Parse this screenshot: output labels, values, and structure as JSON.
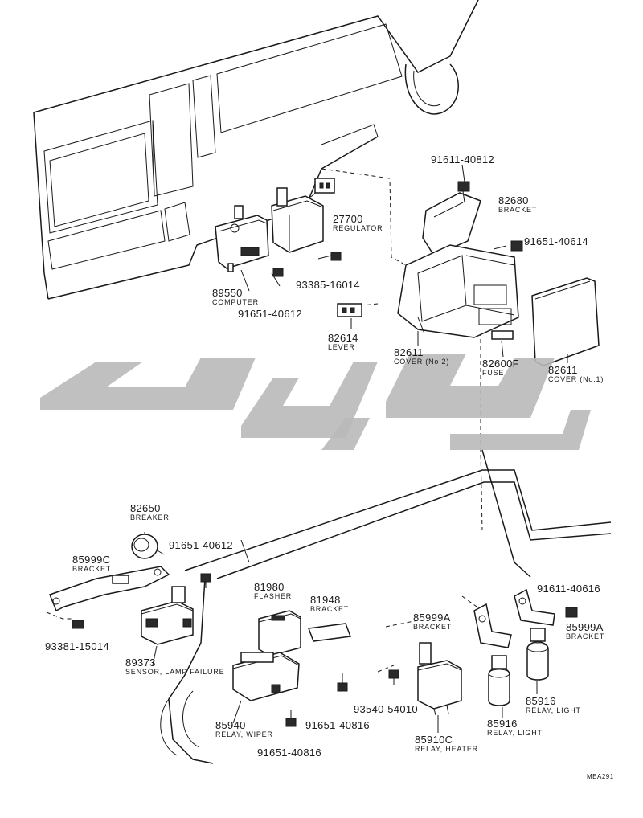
{
  "callouts": {
    "p91611_40812": {
      "number": "91611-40812",
      "name": ""
    },
    "p82680": {
      "number": "82680",
      "name": "BRACKET"
    },
    "p27700": {
      "number": "27700",
      "name": "REGULATOR"
    },
    "p91651_40614": {
      "number": "91651-40614",
      "name": ""
    },
    "p89550": {
      "number": "89550",
      "name": "COMPUTER"
    },
    "p93385_16014": {
      "number": "93385-16014",
      "name": ""
    },
    "p91651_40612_top": {
      "number": "91651-40612",
      "name": ""
    },
    "p82614": {
      "number": "82614",
      "name": "LEVER"
    },
    "p82611_no2": {
      "number": "82611",
      "name": "COVER (No.2)"
    },
    "p82600F": {
      "number": "82600F",
      "name": "FUSE"
    },
    "p82611_no1": {
      "number": "82611",
      "name": "COVER (No.1)"
    },
    "p82650": {
      "number": "82650",
      "name": "BREAKER"
    },
    "p91651_40612_mid": {
      "number": "91651-40612",
      "name": ""
    },
    "p85999C": {
      "number": "85999C",
      "name": "BRACKET"
    },
    "p93381_15014": {
      "number": "93381-15014",
      "name": ""
    },
    "p89373": {
      "number": "89373",
      "name": "SENSOR, LAMP FAILURE"
    },
    "p81980": {
      "number": "81980",
      "name": "FLASHER"
    },
    "p81948": {
      "number": "81948",
      "name": "BRACKET"
    },
    "p85999A_left": {
      "number": "85999A",
      "name": "BRACKET"
    },
    "p91611_40616": {
      "number": "91611-40616",
      "name": ""
    },
    "p85999A_right": {
      "number": "85999A",
      "name": "BRACKET"
    },
    "p85940": {
      "number": "85940",
      "name": "RELAY, WIPER"
    },
    "p91651_40816_a": {
      "number": "91651-40816",
      "name": ""
    },
    "p93540_54010": {
      "number": "93540-54010",
      "name": ""
    },
    "p85916_right": {
      "number": "85916",
      "name": "RELAY, LIGHT"
    },
    "p85916_left": {
      "number": "85916",
      "name": "RELAY, LIGHT"
    },
    "p85910C": {
      "number": "85910C",
      "name": "RELAY, HEATER"
    },
    "p91651_40816_b": {
      "number": "91651-40816",
      "name": ""
    }
  },
  "figure_code": "MEA291",
  "colors": {
    "line": "#1a1a1a",
    "watermark": "#b9b9b9",
    "background": "#ffffff"
  }
}
